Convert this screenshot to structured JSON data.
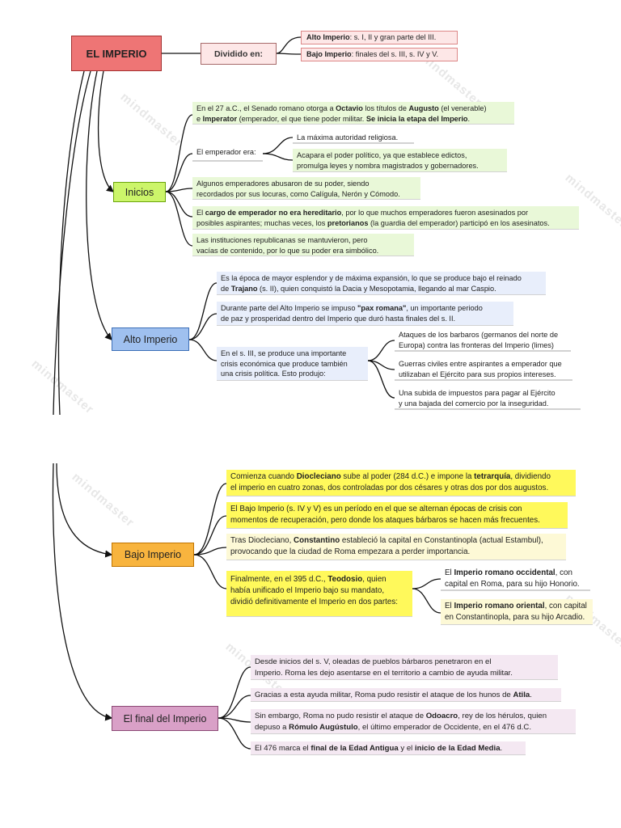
{
  "root": {
    "title": "EL IMPERIO"
  },
  "divided": {
    "label": "Dividido en:",
    "items": [
      {
        "bold": "Alto Imperio",
        "text": ": s. I, II y gran parte del III."
      },
      {
        "bold": "Bajo Imperio",
        "text": ": finales del s. III, s. IV y V."
      }
    ]
  },
  "inicios": {
    "title": "Inicios",
    "n1": {
      "l1a": "En el 27 a.C., el Senado romano otorga a ",
      "l1b": "Octavio",
      "l1c": " los títulos de ",
      "l1d": "Augusto",
      "l1e": " (el venerable)",
      "l2a": "e ",
      "l2b": "Imperator",
      "l2c": " (emperador, el que tiene poder militar. ",
      "l2d": "Se inicia la etapa del Imperio",
      "l2e": "."
    },
    "n2": {
      "label": "El emperador era:",
      "sub1": "La máxima autoridad religiosa.",
      "sub2a": "Acapara el poder político, ya que establece edictos,",
      "sub2b": "promulga leyes y nombra magistrados y gobernadores."
    },
    "n3": {
      "l1": "Algunos emperadores abusaron de su poder, siendo",
      "l2": "recordados por sus locuras, como Calígula, Nerón y Cómodo."
    },
    "n4": {
      "l1a": "El ",
      "l1b": "cargo de emperador no era hereditario",
      "l1c": ", por lo que muchos emperadores fueron asesinados por",
      "l2a": "posibles aspirantes; muchas veces, los ",
      "l2b": "pretorianos",
      "l2c": " (la guardia del emperador) participó en los asesinatos."
    },
    "n5": {
      "l1": "Las instituciones republicanas se mantuvieron, pero",
      "l2": "vacías de contenido, por lo que su poder era simbólico."
    }
  },
  "alto": {
    "title": "Alto Imperio",
    "n1": {
      "l1": "Es la época de mayor esplendor y de máxima expansión, lo que se produce bajo el reinado",
      "l2a": "de ",
      "l2b": "Trajano",
      "l2c": " (s. II), quien conquistó la Dacia y Mesopotamia, llegando al mar Caspio."
    },
    "n2": {
      "l1a": "Durante parte del Alto Imperio se impuso ",
      "l1b": "\"pax romana\"",
      "l1c": ", un importante periodo",
      "l2": "de paz y prosperidad dentro del Imperio que duró hasta finales del s. II."
    },
    "n3": {
      "l1": "En el s. III, se produce una importante",
      "l2": "crisis económica que produce también",
      "l3": "una crisis política. Esto produjo:",
      "s1a": "Ataques de los barbaros (germanos del norte de",
      "s1b": "Europa) contra las fronteras del Imperio (limes)",
      "s2a": "Guerras civiles entre aspirantes a emperador que",
      "s2b": "utilizaban el Ejército para sus propios intereses.",
      "s3a": "Una subida de impuestos para pagar al Ejército",
      "s3b": "y una bajada del comercio por la inseguridad."
    }
  },
  "bajo": {
    "title": "Bajo Imperio",
    "n1": {
      "l1a": "Comienza cuando ",
      "l1b": "Diocleciano",
      "l1c": " sube al poder (284 d.C.) e impone la ",
      "l1d": "tetrarquía",
      "l1e": ", dividiendo",
      "l2": "el imperio en cuatro zonas, dos controladas por dos césares y otras dos por dos augustos."
    },
    "n2": {
      "l1": "El Bajo Imperio (s. IV y V) es un período en el que se alternan épocas de crisis con",
      "l2": "momentos de recuperación, pero donde los ataques bárbaros se hacen más frecuentes."
    },
    "n3": {
      "l1a": "Tras Diocleciano, ",
      "l1b": "Constantino",
      "l1c": " estableció la capital en Constantinopla (actual Estambul),",
      "l2": "provocando que la ciudad de Roma empezara a perder importancia."
    },
    "n4": {
      "l1a": "Finalmente, en el 395 d.C., ",
      "l1b": "Teodosio",
      "l1c": ", quien",
      "l2": "había unificado el Imperio bajo su mandato,",
      "l3": "dividió definitivamente el Imperio en dos partes:",
      "s1a": "El ",
      "s1b": "Imperio romano occidental",
      "s1c": ", con",
      "s1d": "capital en Roma, para su hijo Honorio.",
      "s2a": "El ",
      "s2b": "Imperio romano oriental",
      "s2c": ", con capital",
      "s2d": "en Constantinopla, para su hijo Arcadio."
    }
  },
  "final": {
    "title": "El final del Imperio",
    "n1": {
      "l1": "Desde inicios del s. V, oleadas de pueblos bárbaros penetraron en el",
      "l2": "Imperio. Roma les dejo asentarse en el territorio a cambio de ayuda militar."
    },
    "n2": {
      "l1a": "Gracias a esta ayuda militar, Roma pudo resistir el ataque de los hunos de ",
      "l1b": "Atila",
      "l1c": "."
    },
    "n3": {
      "l1a": "Sin embargo, Roma no pudo resistir el ataque de ",
      "l1b": "Odoacro",
      "l1c": ", rey de los hérulos, quien",
      "l2a": "depuso a ",
      "l2b": "Rómulo Augústulo",
      "l2c": ", el último emperador de Occidente, en el 476 d.C."
    },
    "n4": {
      "l1a": "El 476 marca el ",
      "l1b": "final de la Edad Antigua",
      "l1c": " y el ",
      "l1d": "inicio de la Edad Media",
      "l1e": "."
    }
  },
  "watermark": "mindmaster",
  "colors": {
    "root": "#ee7575",
    "inicios": "#ccf56a",
    "alto": "#9fc0ef",
    "bajo": "#f8b43e",
    "final": "#d9a0c7"
  }
}
